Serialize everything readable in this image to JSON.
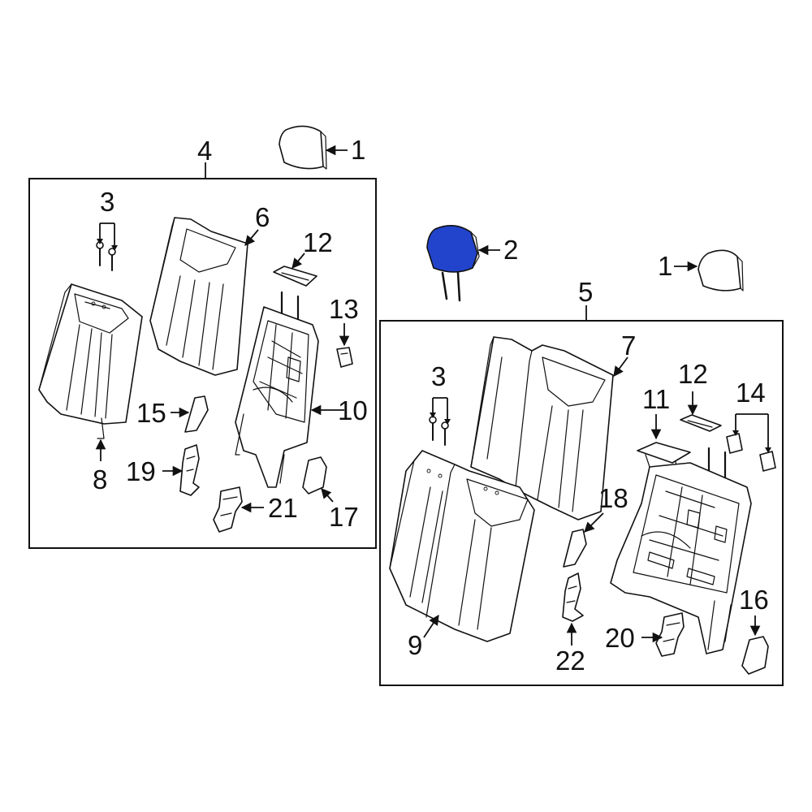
{
  "diagram": {
    "highlight_color": "#2244cc",
    "callouts": {
      "c1a": "1",
      "c1b": "1",
      "c2": "2",
      "c3a": "3",
      "c3b": "3",
      "c4": "4",
      "c5": "5",
      "c6": "6",
      "c7": "7",
      "c8": "8",
      "c9": "9",
      "c10": "10",
      "c11": "11",
      "c12a": "12",
      "c12b": "12",
      "c13": "13",
      "c14": "14",
      "c15": "15",
      "c16": "16",
      "c17": "17",
      "c18": "18",
      "c19": "19",
      "c20": "20",
      "c21": "21",
      "c22": "22"
    }
  }
}
